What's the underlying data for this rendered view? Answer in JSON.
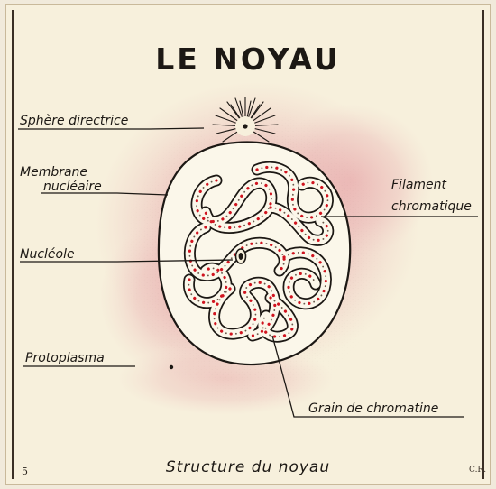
{
  "title": "LE NOYAU",
  "labels": {
    "sphere": "Sphère directrice",
    "membrane_line1": "Membrane",
    "membrane_line2": "nucléaire",
    "filament_line1": "Filament",
    "filament_line2": "chromatique",
    "nucleole": "Nucléole",
    "protoplasma": "Protoplasma",
    "grain": "Grain de chromatine"
  },
  "caption": "Structure du noyau",
  "plate_number": "5",
  "initials": "C.R.",
  "colors": {
    "paper": "#f7f0dc",
    "ink": "#1c1814",
    "stain": "#e9b7b6",
    "chromatin_red": "#d0141f",
    "nucleus_fill": "#fbf7ea"
  }
}
